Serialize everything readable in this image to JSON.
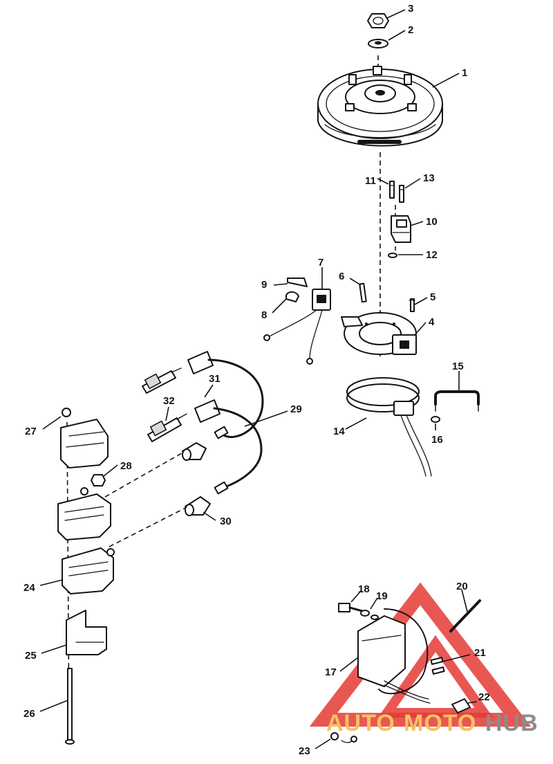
{
  "watermark": {
    "auto": "AUTO",
    "moto": "MOTO",
    "hub": "HUB",
    "auto_color": "#f5c066",
    "moto_color": "#f5c066",
    "hub_color": "#8c8c8c",
    "triangle_color": "#e53935"
  },
  "callouts": {
    "c1": "1",
    "c2": "2",
    "c3": "3",
    "c4": "4",
    "c5": "5",
    "c6": "6",
    "c7": "7",
    "c8": "8",
    "c9": "9",
    "c10": "10",
    "c11": "11",
    "c12": "12",
    "c13": "13",
    "c14": "14",
    "c15": "15",
    "c16": "16",
    "c17": "17",
    "c18": "18",
    "c19": "19",
    "c20": "20",
    "c21": "21",
    "c22": "22",
    "c23": "23",
    "c24": "24",
    "c25": "25",
    "c26": "26",
    "c27": "27",
    "c28": "28",
    "c29": "29",
    "c30": "30",
    "c31": "31",
    "c32": "32"
  }
}
